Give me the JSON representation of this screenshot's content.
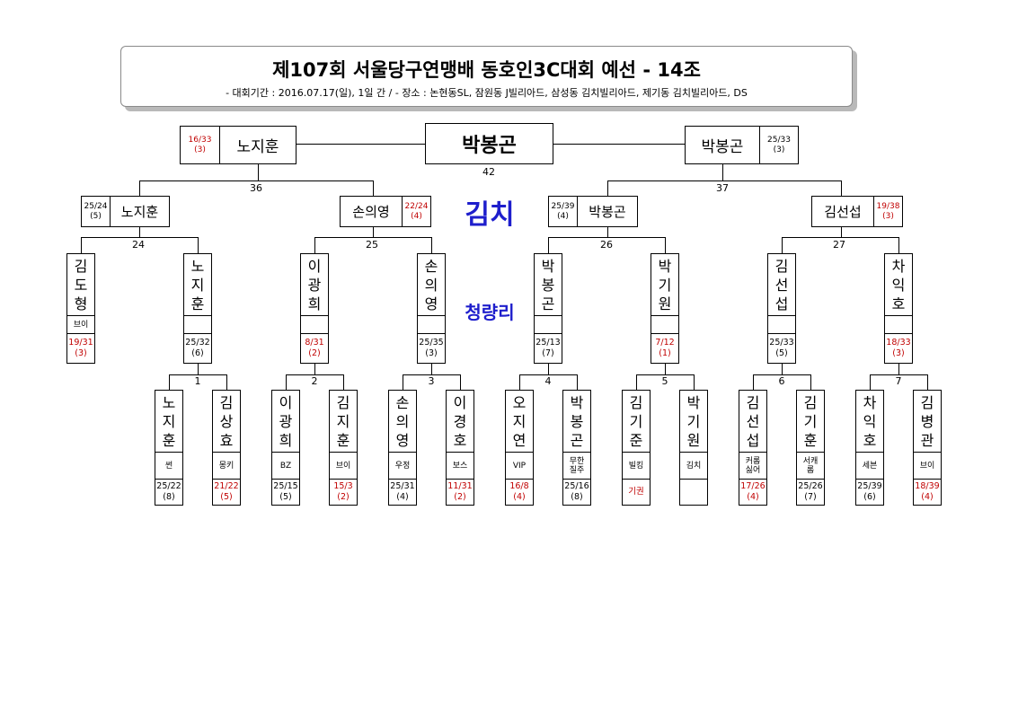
{
  "header": {
    "title": "제107회 서울당구연맹배 동호인3C대회 예선 - 14조",
    "subtitle": "- 대회기간 : 2016.07.17(일), 1일 간 / - 장소 : 논현동SL, 잠원동 J빌리아드, 삼성동 김치빌리아드, 제기동 김치빌리아드, DS"
  },
  "venues": {
    "primary": "김치",
    "secondary": "청량리"
  },
  "final": {
    "winner": "박봉곤",
    "match_no": "42",
    "left": {
      "name": "노지훈",
      "score": "16/33",
      "inning": "(3)",
      "score_red": true
    },
    "right": {
      "name": "박봉곤",
      "score": "25/33",
      "inning": "(3)",
      "score_red": false
    }
  },
  "semis": [
    {
      "match_no": "36"
    },
    {
      "match_no": "37"
    }
  ],
  "quarters": [
    {
      "name": "노지훈",
      "score": "25/24",
      "inning": "(5)",
      "score_red": false,
      "score_side": "left"
    },
    {
      "name": "손의영",
      "score": "22/24",
      "inning": "(4)",
      "score_red": true,
      "score_side": "right"
    },
    {
      "name": "박봉곤",
      "score": "25/39",
      "inning": "(4)",
      "score_red": false,
      "score_side": "left"
    },
    {
      "name": "김선섭",
      "score": "19/38",
      "inning": "(3)",
      "score_red": true,
      "score_side": "right"
    }
  ],
  "quarter_matches": [
    "24",
    "25",
    "26",
    "27"
  ],
  "round2": [
    {
      "chars": [
        "김",
        "도",
        "형"
      ],
      "club": [
        "브이"
      ],
      "score": "19/31",
      "inning": "(3)",
      "score_red": true
    },
    {
      "chars": [
        "노",
        "지",
        "훈"
      ],
      "club": [],
      "score": "25/32",
      "inning": "(6)",
      "score_red": false
    },
    {
      "chars": [
        "이",
        "광",
        "희"
      ],
      "club": [],
      "score": "8/31",
      "inning": "(2)",
      "score_red": true
    },
    {
      "chars": [
        "손",
        "의",
        "영"
      ],
      "club": [],
      "score": "25/35",
      "inning": "(3)",
      "score_red": false
    },
    {
      "chars": [
        "박",
        "봉",
        "곤"
      ],
      "club": [],
      "score": "25/13",
      "inning": "(7)",
      "score_red": false
    },
    {
      "chars": [
        "박",
        "기",
        "원"
      ],
      "club": [],
      "score": "7/12",
      "inning": "(1)",
      "score_red": true
    },
    {
      "chars": [
        "김",
        "선",
        "섭"
      ],
      "club": [],
      "score": "25/33",
      "inning": "(5)",
      "score_red": false
    },
    {
      "chars": [
        "차",
        "익",
        "호"
      ],
      "club": [],
      "score": "18/33",
      "inning": "(3)",
      "score_red": true
    }
  ],
  "round1_matches": [
    "1",
    "2",
    "3",
    "4",
    "5",
    "6",
    "7"
  ],
  "round1": [
    {
      "chars": [
        "노",
        "지",
        "훈"
      ],
      "club": [
        "썬"
      ],
      "score": "25/22",
      "inning": "(8)",
      "score_red": false
    },
    {
      "chars": [
        "김",
        "상",
        "효"
      ],
      "club": [
        "몽키"
      ],
      "score": "21/22",
      "inning": "(5)",
      "score_red": true
    },
    {
      "chars": [
        "이",
        "광",
        "희"
      ],
      "club": [
        "BZ"
      ],
      "score": "25/15",
      "inning": "(5)",
      "score_red": false
    },
    {
      "chars": [
        "김",
        "지",
        "훈"
      ],
      "club": [
        "브이"
      ],
      "score": "15/3",
      "inning": "(2)",
      "score_red": true
    },
    {
      "chars": [
        "손",
        "의",
        "영"
      ],
      "club": [
        "우정"
      ],
      "score": "25/31",
      "inning": "(4)",
      "score_red": false
    },
    {
      "chars": [
        "이",
        "경",
        "호"
      ],
      "club": [
        "보스"
      ],
      "score": "11/31",
      "inning": "(2)",
      "score_red": true
    },
    {
      "chars": [
        "오",
        "지",
        "연"
      ],
      "club": [
        "VIP"
      ],
      "score": "16/8",
      "inning": "(4)",
      "score_red": true
    },
    {
      "chars": [
        "박",
        "봉",
        "곤"
      ],
      "club": [
        "무한",
        "질주"
      ],
      "score": "25/16",
      "inning": "(8)",
      "score_red": false
    },
    {
      "chars": [
        "김",
        "기",
        "준"
      ],
      "club": [
        "빌킹"
      ],
      "score": "기권",
      "inning": "",
      "score_red": true
    },
    {
      "chars": [
        "박",
        "기",
        "원"
      ],
      "club": [
        "김치"
      ],
      "score": "",
      "inning": "",
      "score_red": false
    },
    {
      "chars": [
        "김",
        "선",
        "섭"
      ],
      "club": [
        "커롬",
        "싫어"
      ],
      "score": "17/26",
      "inning": "(4)",
      "score_red": true
    },
    {
      "chars": [
        "김",
        "기",
        "훈"
      ],
      "club": [
        "서캐",
        "롬"
      ],
      "score": "25/26",
      "inning": "(7)",
      "score_red": false
    },
    {
      "chars": [
        "차",
        "익",
        "호"
      ],
      "club": [
        "세븐"
      ],
      "score": "25/39",
      "inning": "(6)",
      "score_red": false
    },
    {
      "chars": [
        "김",
        "병",
        "관"
      ],
      "club": [
        "브이"
      ],
      "score": "18/39",
      "inning": "(4)",
      "score_red": true
    }
  ]
}
